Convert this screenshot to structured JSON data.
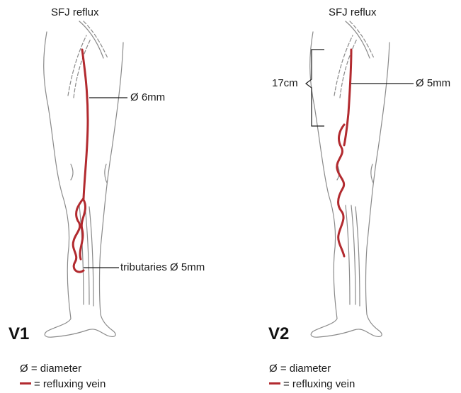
{
  "colors": {
    "vein": "#b22a2f",
    "outline": "#8a8a8a",
    "text": "#1a1a1a"
  },
  "panels": [
    {
      "id": "V1",
      "label": "V1",
      "title": "SFJ reflux",
      "gsv_diameter": "Ø 6mm",
      "tributary_label": "tributaries Ø 5mm"
    },
    {
      "id": "V2",
      "label": "V2",
      "title": "SFJ reflux",
      "gsv_diameter": "Ø 5mm",
      "length_label": "17cm"
    }
  ],
  "legend": {
    "diameter": "Ø = diameter",
    "vein": "= refluxing vein"
  }
}
